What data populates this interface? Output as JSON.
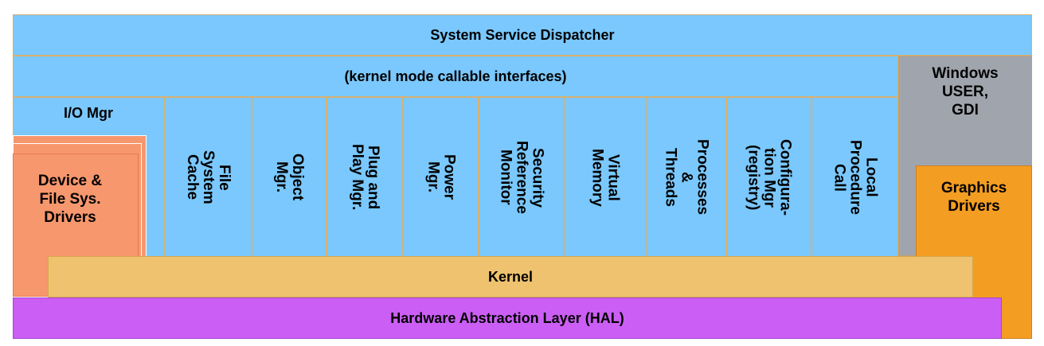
{
  "layers": {
    "system_service_dispatcher": "System Service Dispatcher",
    "kernel_mode_callable": "(kernel mode callable interfaces)",
    "kernel": "Kernel",
    "hal": "Hardware Abstraction Layer (HAL)"
  },
  "windows": {
    "line1": "Windows",
    "line2": "USER,",
    "line3": "GDI",
    "graphics_line1": "Graphics",
    "graphics_line2": "Drivers"
  },
  "io": {
    "label": "I/O Mgr",
    "drivers_line1": "Device &",
    "drivers_line2": "File Sys.",
    "drivers_line3": "Drivers"
  },
  "components": [
    "File\nSystem\nCache",
    "Object\nMgr.",
    "Plug and\nPlay Mgr.",
    "Power\nMgr.",
    "Security\nReference\nMonitor",
    "Virtual\nMemory",
    "Processes\n&\nThreads",
    "Configura-\ntion Mgr\n(registry)",
    "Local\nProcedure\nCall"
  ],
  "colors": {
    "executive_blue": "#7ac8fd",
    "windows_gray": "#a0a5ad",
    "graphics_orange": "#f39d23",
    "drivers_salmon": "#f7976e",
    "kernel_tan": "#efc270",
    "hal_purple": "#cb5ef4"
  }
}
